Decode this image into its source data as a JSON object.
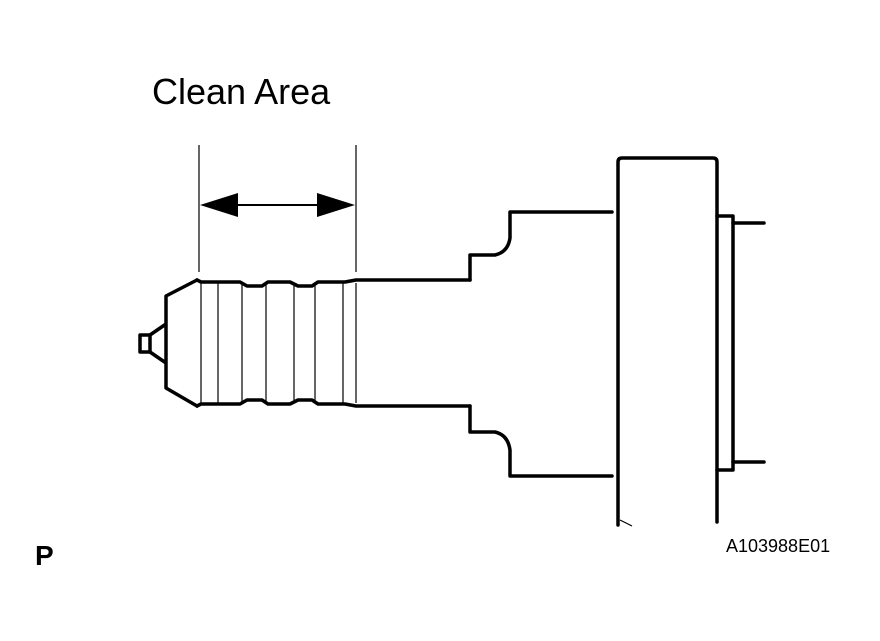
{
  "labels": {
    "clean_area": "Clean Area",
    "corner": "P",
    "figure_code": "A103988E01"
  },
  "colors": {
    "line": "#000000",
    "background": "#ffffff"
  }
}
